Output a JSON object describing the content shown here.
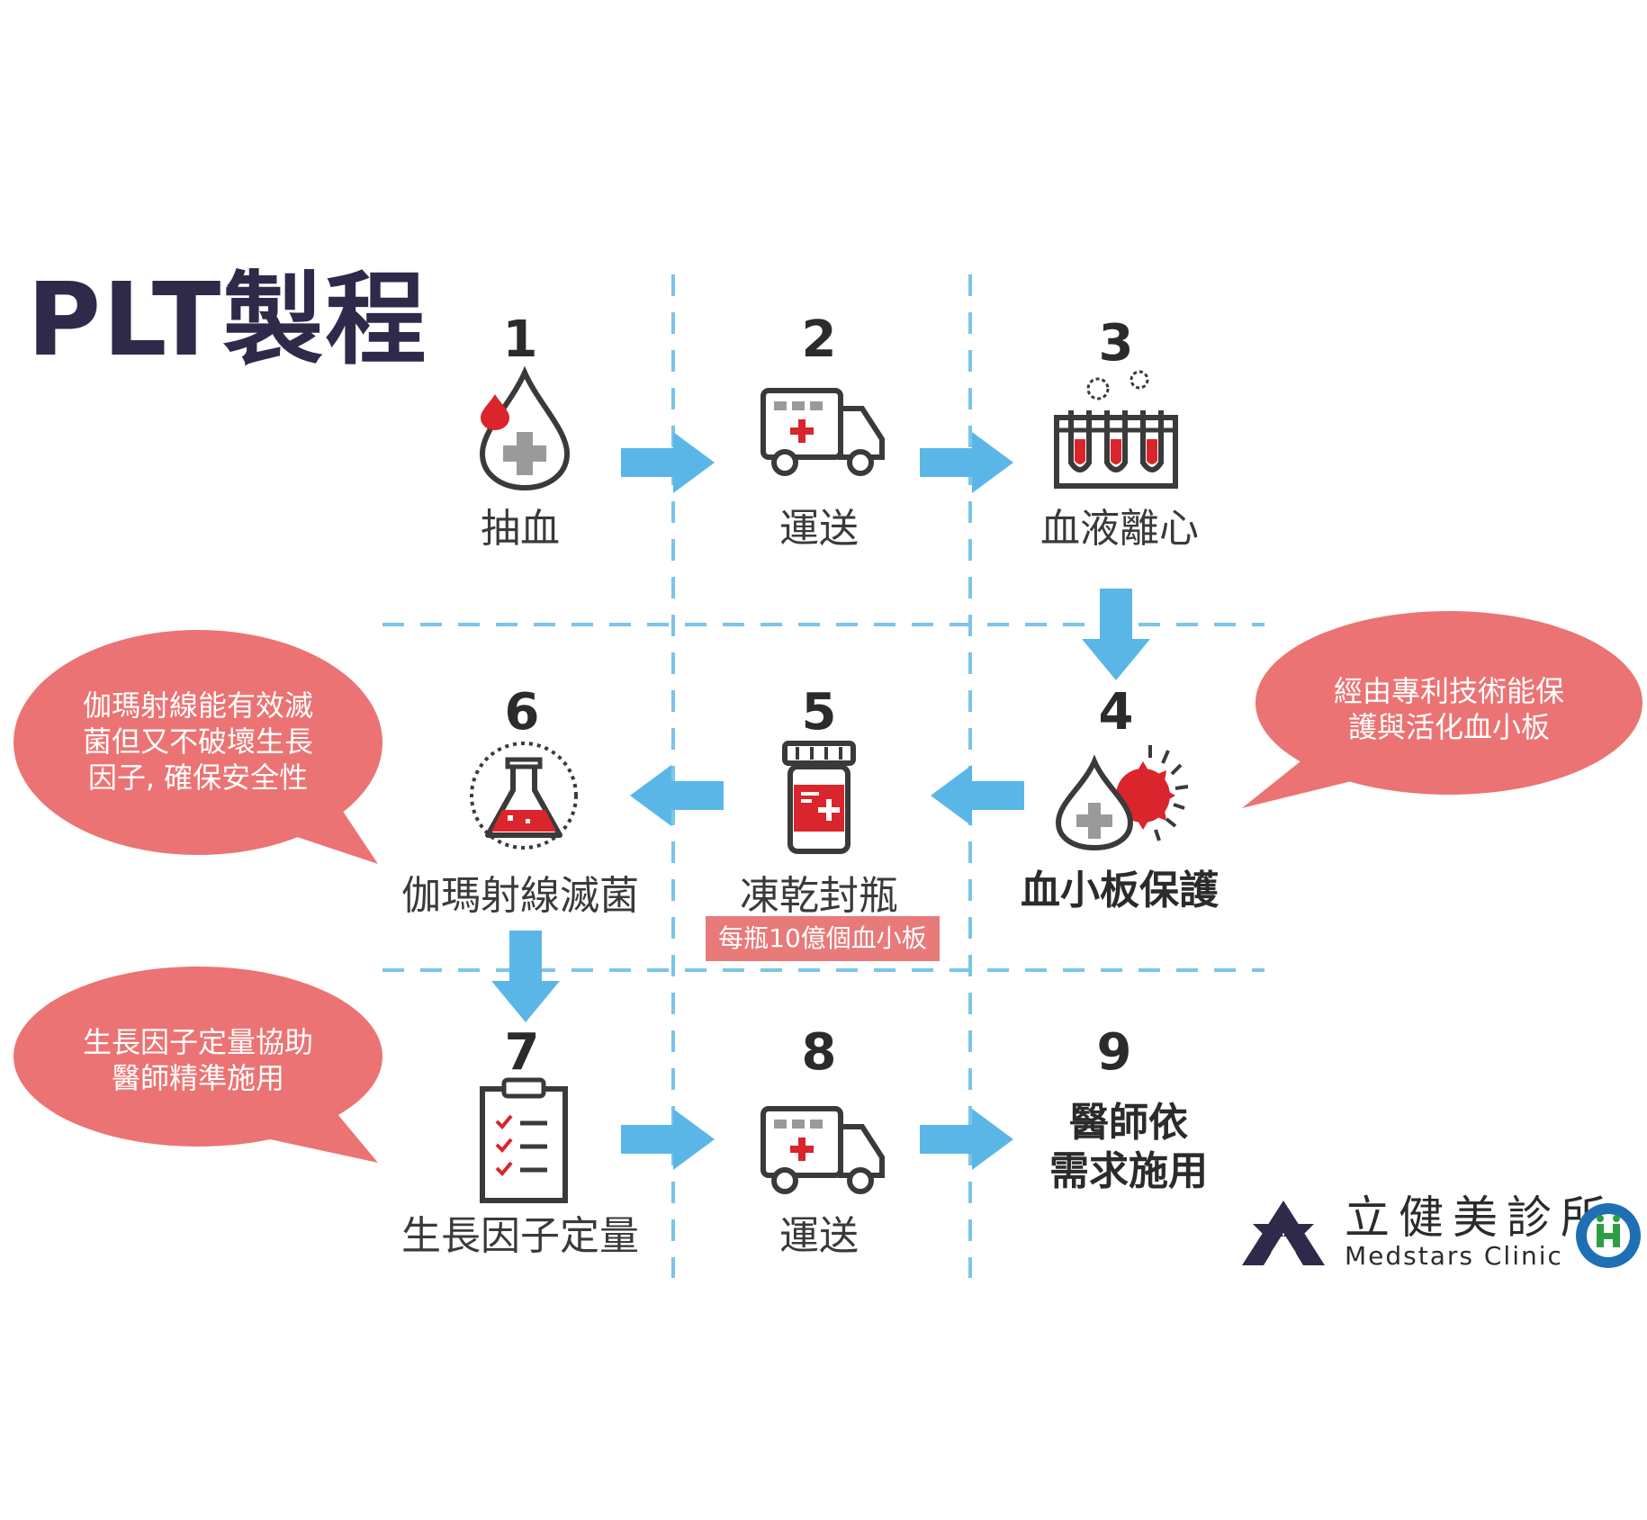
{
  "title": "PLT製程",
  "steps": [
    {
      "num": "1",
      "label": "抽血"
    },
    {
      "num": "2",
      "label": "運送"
    },
    {
      "num": "3",
      "label": "血液離心"
    },
    {
      "num": "4",
      "label": "血小板保護"
    },
    {
      "num": "5",
      "label": "凍乾封瓶"
    },
    {
      "num": "6",
      "label": "伽瑪射線滅菌"
    },
    {
      "num": "7",
      "label": "生長因子定量"
    },
    {
      "num": "8",
      "label": "運送"
    },
    {
      "num": "9",
      "label_line1": "醫師依",
      "label_line2": "需求施用"
    }
  ],
  "badge": "每瓶10億個血小板",
  "bubbles": {
    "step6": {
      "line1": "伽瑪射線能有效滅",
      "line2": "菌但又不破壞生長",
      "line3": "因子, 確保安全性"
    },
    "step4": {
      "line1": "經由專利技術能保",
      "line2": "護與活化血小板"
    },
    "step7": {
      "line1": "生長因子定量協助",
      "line2": "醫師精準施用"
    }
  },
  "logo": {
    "name_zh": "立健美診所",
    "name_en": "Medstars  Clinic"
  },
  "colors": {
    "title": "#2f2a4a",
    "arrow": "#5bb6e8",
    "bubble": "#ec7373",
    "accent_red": "#d9252b",
    "icon": "#3a3a3a",
    "nhi_blue": "#1f6fb5",
    "nhi_green": "#2e9e45"
  }
}
